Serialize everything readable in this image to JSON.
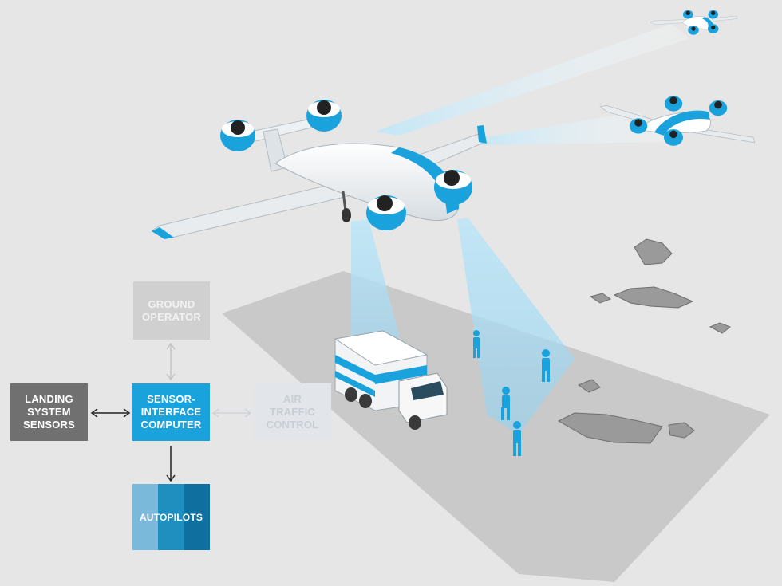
{
  "blocks": {
    "ground_operator": [
      "GROUND",
      "OPERATOR"
    ],
    "landing_system": [
      "LANDING",
      "SYSTEM",
      "SENSORS"
    ],
    "sensor_interface": [
      "SENSOR-",
      "INTERFACE",
      "COMPUTER"
    ],
    "air_traffic": [
      "AIR",
      "TRAFFIC",
      "CONTROL"
    ],
    "autopilots": "AUTOPILOTS"
  },
  "colors": {
    "background": "#e6e6e6",
    "runway": "#c9c9c9",
    "accent_blue": "#1aa2dc",
    "autopilot_stripes": [
      "#7ab9d9",
      "#1f8fc0",
      "#0f6f9e"
    ]
  },
  "icons": {
    "main_aircraft": "vtol-aircraft-icon",
    "distant_aircraft": "vtol-aircraft-icon",
    "truck": "truck-icon",
    "person": "person-icon",
    "crater": "crater-icon"
  }
}
